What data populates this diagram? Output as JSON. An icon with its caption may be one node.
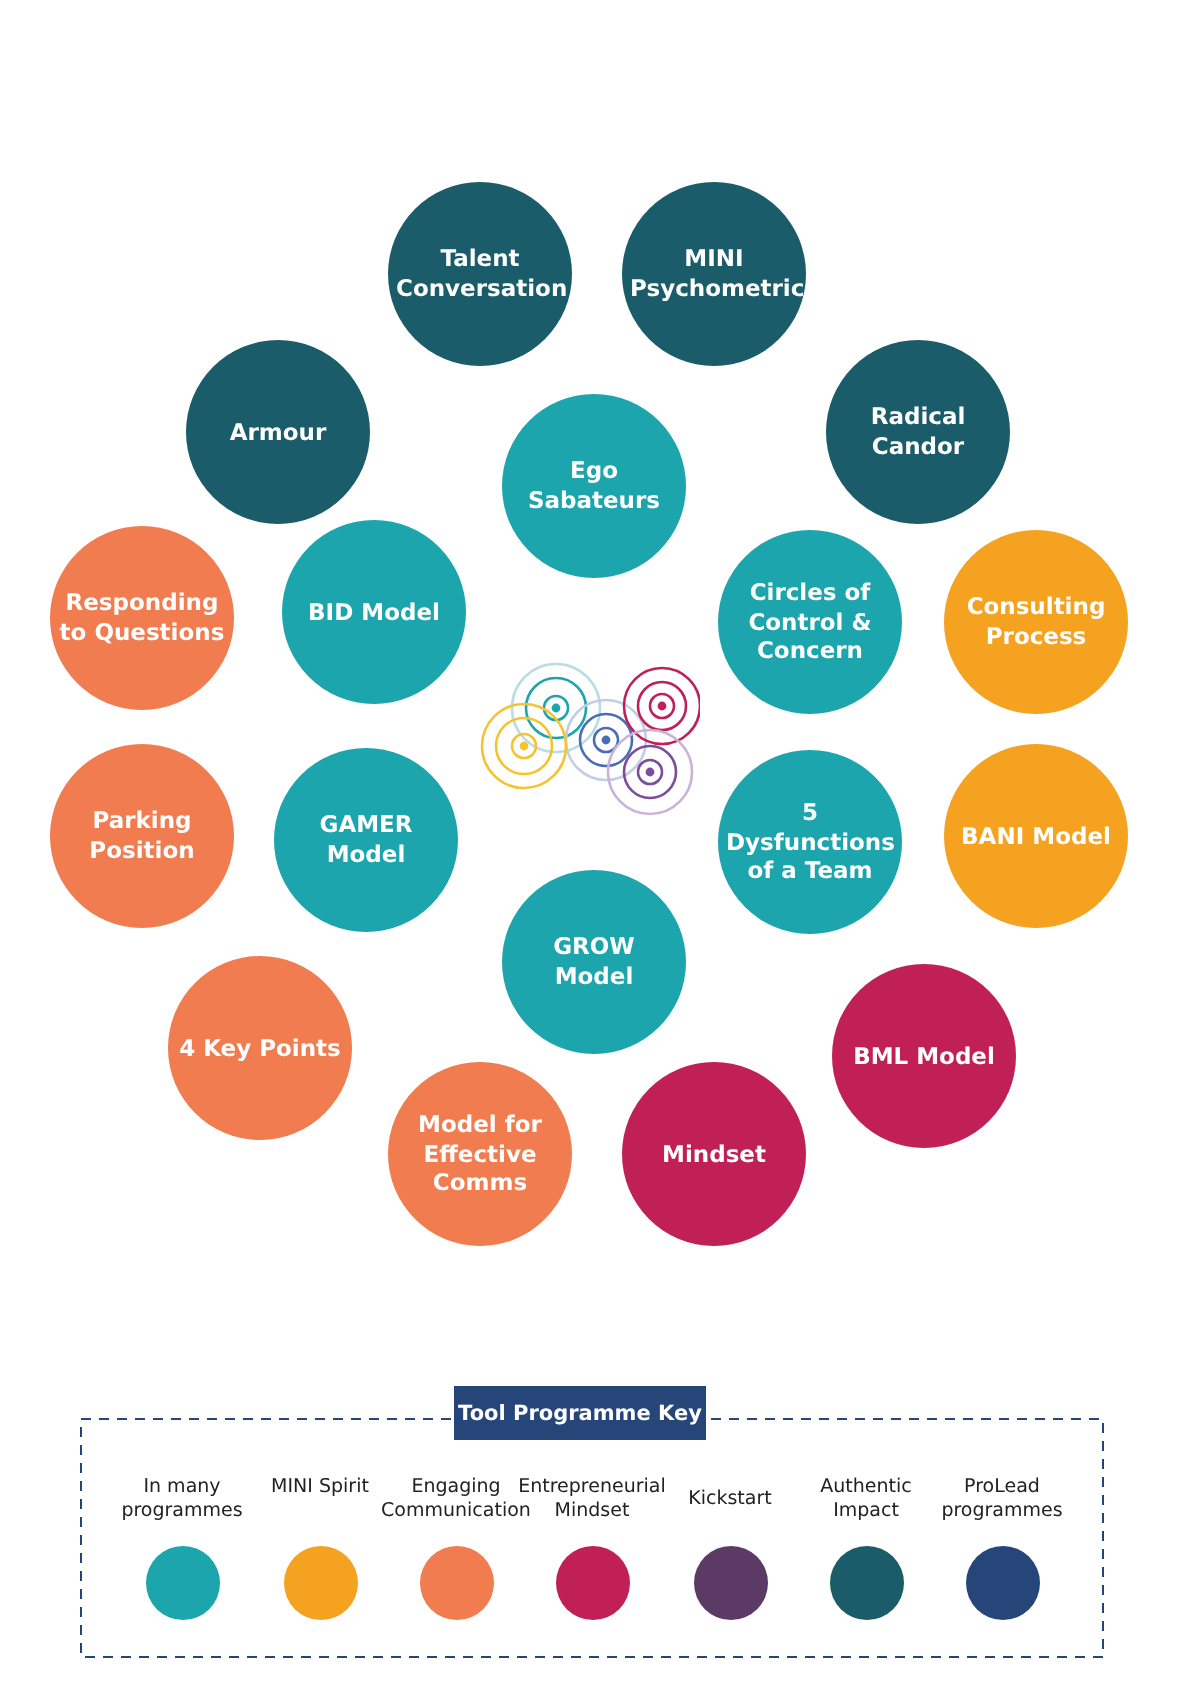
{
  "diagram": {
    "nodes": [
      {
        "text": [
          "Talent Conversation"
        ]
      },
      {
        "text": [
          "MINI Psychometric"
        ]
      },
      {
        "text": [
          "Armour"
        ]
      },
      {
        "text": [
          "Ego Sabateurs"
        ]
      },
      {
        "text": [
          "Radical Candor"
        ]
      },
      {
        "text": [
          "Responding to Questions"
        ]
      },
      {
        "text": [
          "BID Model"
        ]
      },
      {
        "text": [
          "Circles of Control & Concern"
        ]
      },
      {
        "text": [
          "Consulting Process"
        ]
      },
      {
        "text": [
          "Parking Position"
        ]
      },
      {
        "text": [
          "GAMER Model"
        ]
      },
      {
        "text": [
          "5 Dysfunctions of a Team"
        ]
      },
      {
        "text": [
          "BANI Model"
        ]
      },
      {
        "text": [
          "GROW Model"
        ]
      },
      {
        "text": [
          "4 Key Points"
        ]
      },
      {
        "text": [
          "BML Model"
        ]
      },
      {
        "text": [
          "Model for Effective Comms"
        ]
      },
      {
        "text": [
          "Mindset"
        ]
      }
    ],
    "labels": [
      "Tool Programme Key"
    ],
    "legend": [
      {
        "text": "In many programmes",
        "color": "#1ca5ad"
      },
      {
        "text": "MINI Spirit",
        "color": "#f4a220"
      },
      {
        "text": "Engaging Communication",
        "color": "#f07c50"
      },
      {
        "text": "Entrepreneurial Mindset",
        "color": "#c02056"
      },
      {
        "text": "Kickstart",
        "color": "#5b3b66"
      },
      {
        "text": "Authentic Impact",
        "color": "#1a5c69"
      },
      {
        "text": "ProLead programmes",
        "color": "#26467a"
      }
    ]
  }
}
